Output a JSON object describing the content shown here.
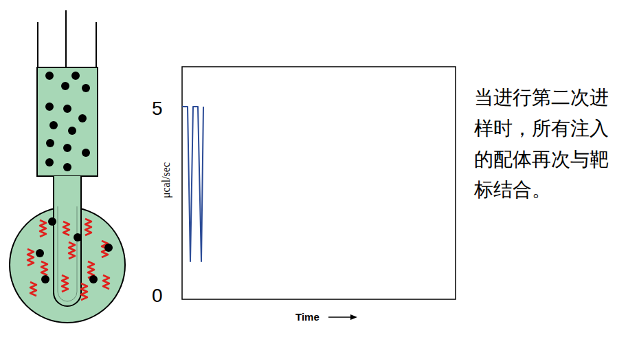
{
  "diagram": {
    "labels": [
      "5",
      "μcal/sec",
      "0",
      "Time",
      "当进行第二次进样时，所有注入的配体再次与靶标结合。"
    ]
  }
}
